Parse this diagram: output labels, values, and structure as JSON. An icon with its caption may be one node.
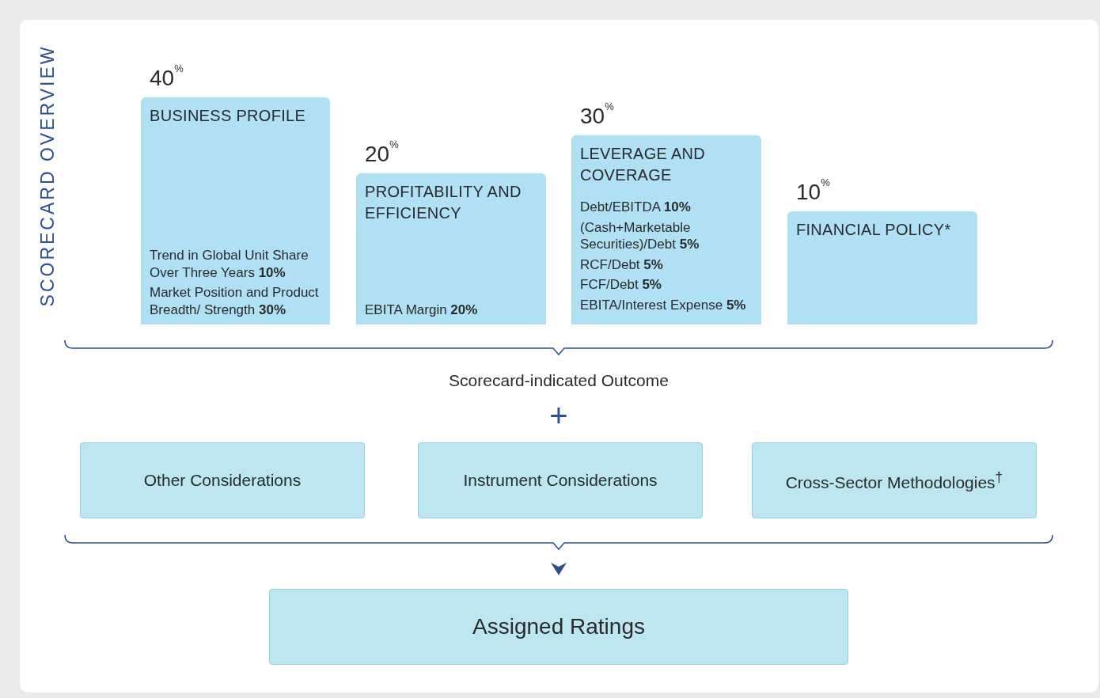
{
  "diagram": {
    "nodes": [
      {
        "text": [
          "BUSINESS PROFILE",
          "Trend in Global Unit Share Over Three Years **10%**",
          "Market Position and Product Breadth/ Strength **30%**"
        ],
        "beside": [
          "40$^{%}$"
        ]
      },
      {
        "text": [
          "PROFITABILITY AND EFFICIENCY",
          "EBITA Margin **20%**"
        ],
        "beside": [
          "20$^{%}$"
        ]
      },
      {
        "text": [
          "LEVERAGE AND COVERAGE",
          "Debt/EBITDA **10%**",
          "(Cash+Marketable Securities)/Debt **5%**",
          "RCF/Debt **5%**",
          "FCF/Debt **5%**",
          "EBITA/Interest Expense **5%**"
        ],
        "beside": [
          "30$^{%}$"
        ]
      },
      {
        "text": [
          "FINANCIAL POLICY*"
        ],
        "beside": [
          "10$^{%}$"
        ]
      },
      {
        "text": [
          "Other Considerations"
        ]
      },
      {
        "text": [
          "Instrument Considerations"
        ]
      },
      {
        "text": [
          "Cross-Sector Methodologies$^{†}$"
        ]
      },
      {
        "text": [
          "Assigned Ratings"
        ]
      }
    ],
    "edges": [
      {
        "from": null,
        "to": 7,
        "arrow": "to"
      }
    ],
    "labels": [
      "SCORECARD OVERVIEW",
      "Scorecard-indicated Outcome",
      "+"
    ]
  }
}
